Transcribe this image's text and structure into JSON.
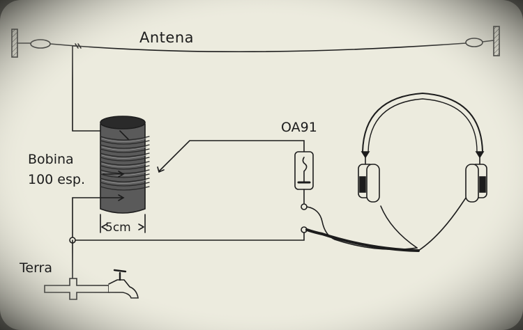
{
  "diagram": {
    "antenna_label": "Antena",
    "diode_label": "OA91",
    "coil_label_line1": "Bobina",
    "coil_label_line2": "100 esp.",
    "coil_width_label": "5cm",
    "ground_label": "Terra"
  },
  "colors": {
    "background": "#ecebde",
    "ink": "#1c1c1c",
    "coil_body": "#5a5a5a",
    "vignette": "#3a3a36"
  }
}
